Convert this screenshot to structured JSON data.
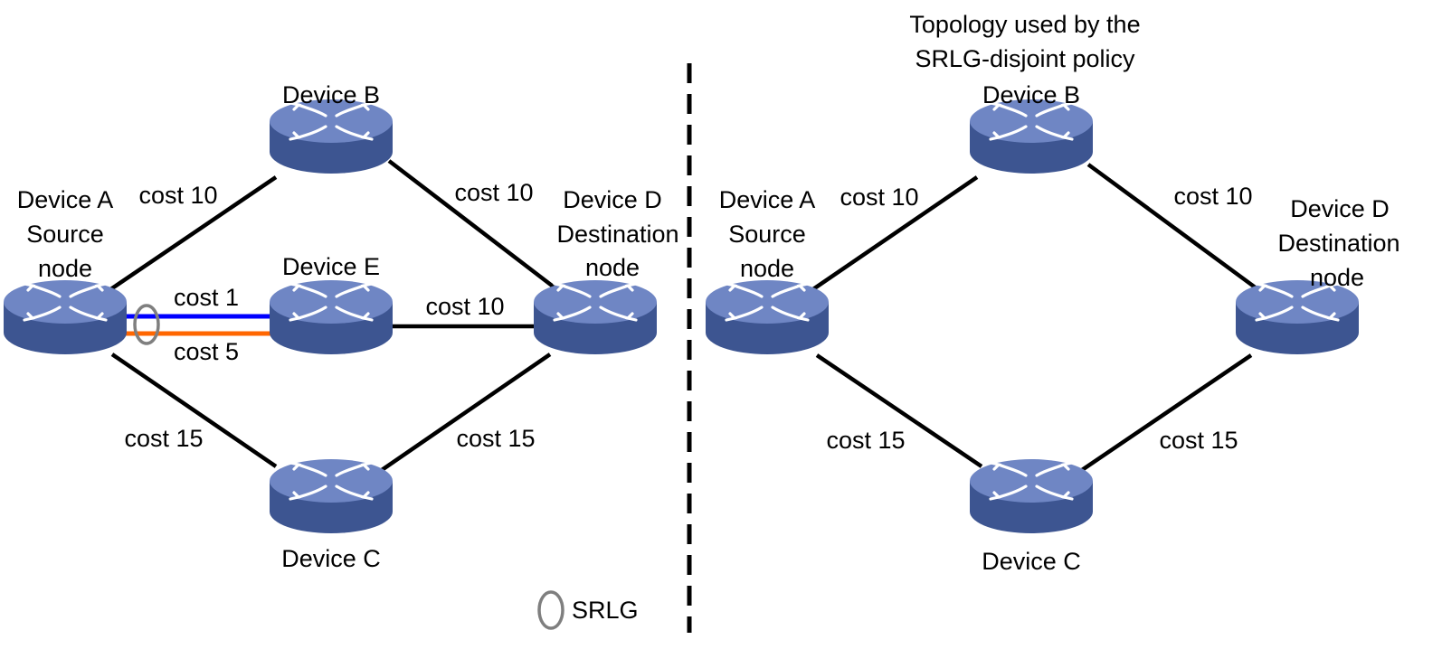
{
  "colors": {
    "link": "#000000",
    "cost1_link": "#0000ff",
    "cost5_link": "#ff6600",
    "srlg_marker": "#7f7f7f",
    "router_top": "#6f86c4",
    "router_side": "#3d5591"
  },
  "icons": {
    "router": "router-icon",
    "srlg": "srlg-ellipse-icon"
  },
  "left": {
    "device_a": {
      "name": "Device A",
      "role_line1": "Source",
      "role_line2": "node"
    },
    "device_b": {
      "name": "Device B"
    },
    "device_c": {
      "name": "Device C"
    },
    "device_d": {
      "name": "Device D",
      "role_line1": "Destination",
      "role_line2": "node"
    },
    "device_e": {
      "name": "Device E"
    },
    "costs": {
      "a_b": "cost 10",
      "a_e_blue": "cost 1",
      "a_e_orange": "cost 5",
      "a_c": "cost 15",
      "b_d": "cost 10",
      "e_d": "cost 10",
      "c_d": "cost 15"
    }
  },
  "legend": {
    "srlg": "SRLG"
  },
  "right": {
    "title_line1": "Topology used by the",
    "title_line2": "SRLG-disjoint policy",
    "device_a": {
      "name": "Device A",
      "role_line1": "Source",
      "role_line2": "node"
    },
    "device_b": {
      "name": "Device B"
    },
    "device_c": {
      "name": "Device C"
    },
    "device_d": {
      "name": "Device D",
      "role_line1": "Destination",
      "role_line2": "node"
    },
    "costs": {
      "a_b": "cost 10",
      "a_c": "cost 15",
      "b_d": "cost 10",
      "c_d": "cost 15"
    }
  }
}
